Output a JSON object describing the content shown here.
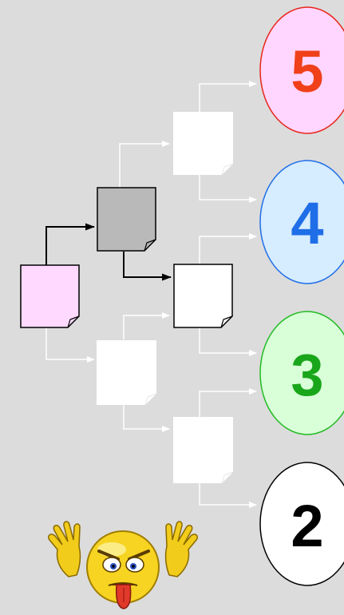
{
  "grades": [
    {
      "label": "5",
      "fill": "#ffd6ff",
      "stroke": "#e8261a",
      "text_color": "#f0401a"
    },
    {
      "label": "4",
      "fill": "#d6ecff",
      "stroke": "#1f6ee8",
      "text_color": "#1f6ee8"
    },
    {
      "label": "3",
      "fill": "#d8ffd8",
      "stroke": "#22bb22",
      "text_color": "#1aa61a"
    },
    {
      "label": "2",
      "fill": "#ffffff",
      "stroke": "#000000",
      "text_color": "#000000"
    }
  ],
  "documents": {
    "root_fill": "#ffd9ff",
    "active_fill": "#b9b9b9",
    "active_child_fill": "#ffffff",
    "inactive_fill": "#ffffff"
  },
  "colors": {
    "background": "#dcdcdc",
    "active_connector": "#000000",
    "inactive_connector": "#ffffff"
  },
  "emoticon": "angry-smiley-tongue-out"
}
